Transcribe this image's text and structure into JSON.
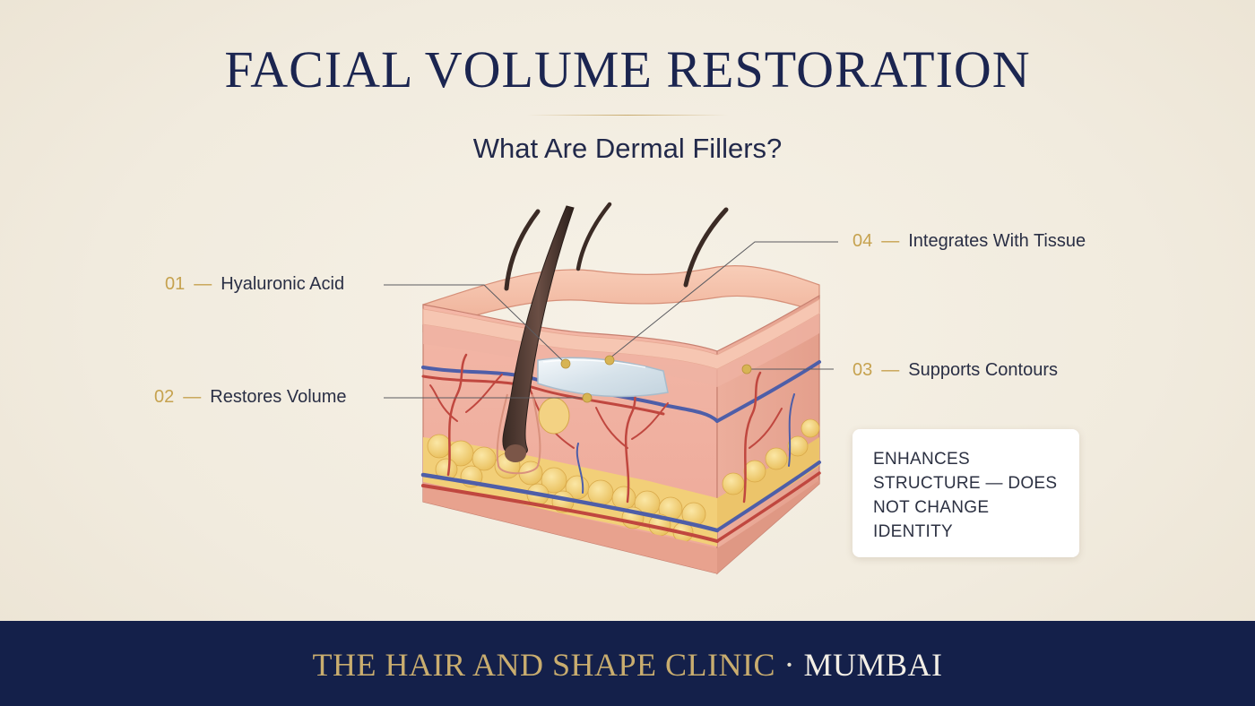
{
  "header": {
    "title": "FACIAL VOLUME RESTORATION",
    "subtitle": "What Are Dermal Fillers?"
  },
  "callouts": [
    {
      "number": "01",
      "label": "Hyaluronic Acid"
    },
    {
      "number": "02",
      "label": "Restores Volume"
    },
    {
      "number": "03",
      "label": "Supports Contours"
    },
    {
      "number": "04",
      "label": "Integrates With Tissue"
    }
  ],
  "callout_dash": "—",
  "note": {
    "text": "ENHANCES STRUCTURE — DOES NOT CHANGE IDENTITY"
  },
  "footer": {
    "clinic": "THE HAIR AND SHAPE CLINIC",
    "separator": " · ",
    "city": "MUMBAI"
  },
  "colors": {
    "navy": "#14204a",
    "gold": "#c6a24f",
    "skin": "#f0b8a0",
    "fat": "#f3d27a",
    "filler": "#d8e3ea"
  },
  "icons": [
    "skin-cross-section-illustration"
  ]
}
